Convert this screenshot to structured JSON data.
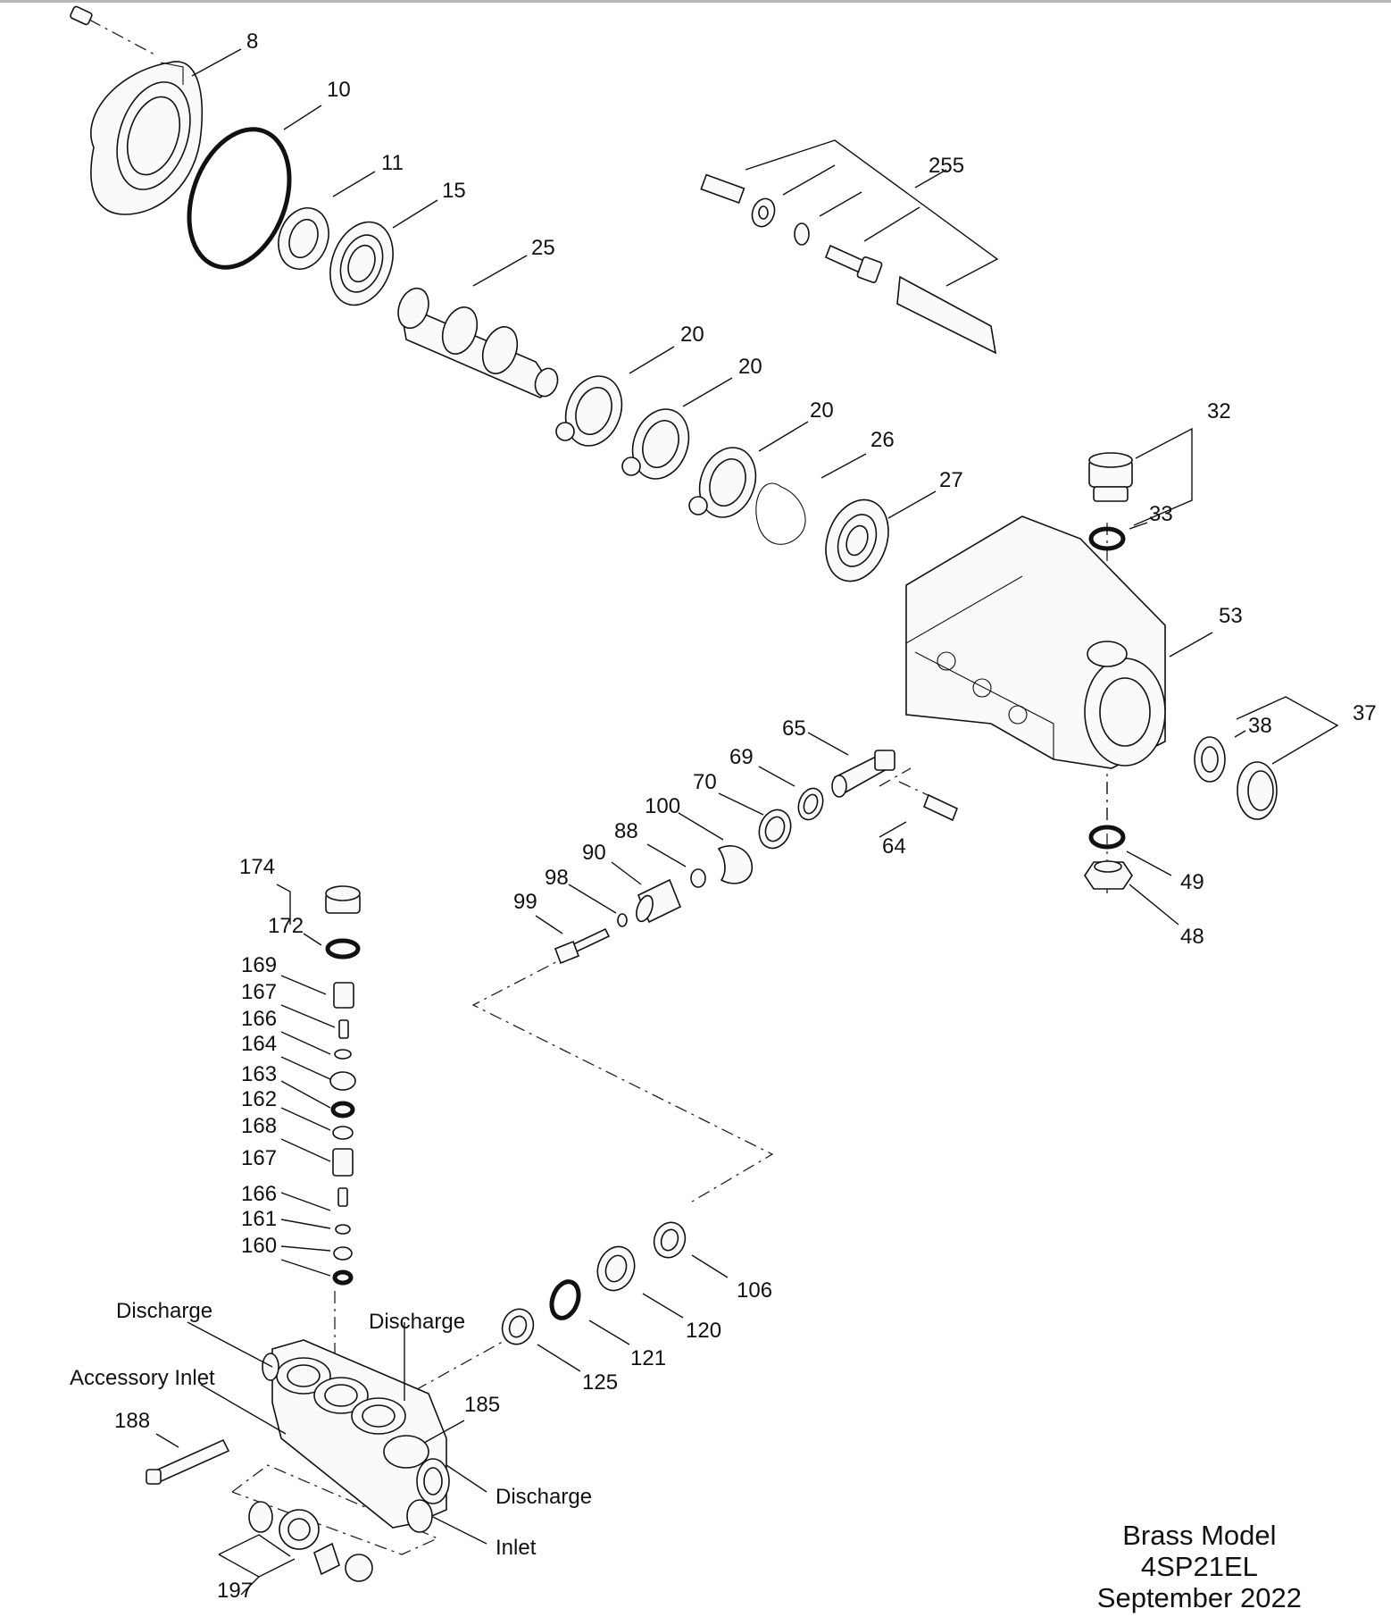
{
  "callouts": {
    "c8": "8",
    "c10": "10",
    "c11": "11",
    "c15": "15",
    "c25": "25",
    "c20a": "20",
    "c20b": "20",
    "c20c": "20",
    "c26": "26",
    "c27": "27",
    "c255": "255",
    "c32": "32",
    "c33": "33",
    "c53": "53",
    "c37": "37",
    "c38": "38",
    "c49": "49",
    "c48": "48",
    "c65": "65",
    "c64": "64",
    "c69": "69",
    "c70": "70",
    "c100": "100",
    "c88": "88",
    "c90": "90",
    "c98": "98",
    "c99": "99",
    "c174": "174",
    "c172": "172",
    "c169": "169",
    "c167a": "167",
    "c166a": "166",
    "c164": "164",
    "c163": "163",
    "c162": "162",
    "c168": "168",
    "c167b": "167",
    "c166b": "166",
    "c161": "161",
    "c160": "160",
    "c106": "106",
    "c120": "120",
    "c121": "121",
    "c125": "125",
    "c185": "185",
    "c188": "188",
    "c197": "197"
  },
  "labels": {
    "discharge_left": "Discharge",
    "discharge_mid": "Discharge",
    "discharge_right": "Discharge",
    "accessory_inlet": "Accessory Inlet",
    "inlet": "Inlet"
  },
  "model_info": {
    "line1": "Brass Model",
    "line2": "4SP21EL",
    "line3": "September 2022"
  }
}
